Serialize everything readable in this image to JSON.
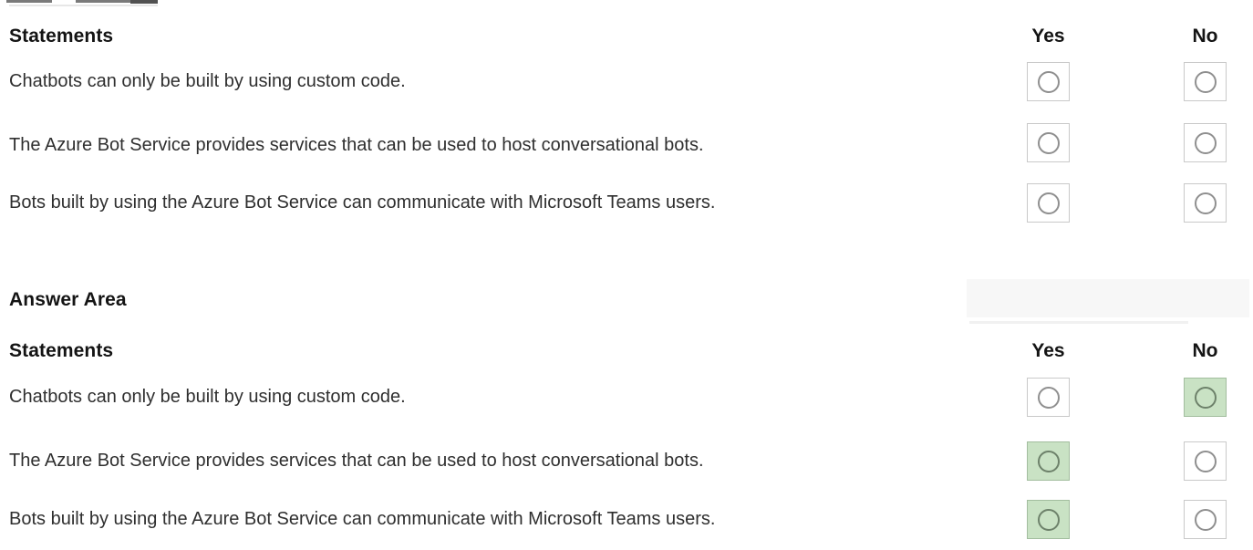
{
  "colors": {
    "text": "#2f2f2f",
    "heading": "#141414",
    "box_border": "#c9c9c9",
    "radio_circle": "#8f8f8f",
    "selected_fill": "#c9e2c4",
    "selected_border": "#a2bd9e",
    "selected_circle": "#6d816a"
  },
  "question_table": {
    "header": {
      "statements": "Statements",
      "yes": "Yes",
      "no": "No"
    },
    "rows": [
      {
        "statement": "Chatbots can only be built by using custom code.",
        "yes_selected": false,
        "no_selected": false
      },
      {
        "statement": "The Azure Bot Service provides services that can be used to host conversational bots.",
        "yes_selected": false,
        "no_selected": false
      },
      {
        "statement": "Bots built by using the Azure Bot Service can communicate with Microsoft Teams users.",
        "yes_selected": false,
        "no_selected": false
      }
    ]
  },
  "answer_area": {
    "title": "Answer Area",
    "header": {
      "statements": "Statements",
      "yes": "Yes",
      "no": "No"
    },
    "rows": [
      {
        "statement": "Chatbots can only be built by using custom code.",
        "yes_selected": false,
        "no_selected": true
      },
      {
        "statement": "The Azure Bot Service provides services that can be used to host conversational bots.",
        "yes_selected": true,
        "no_selected": false
      },
      {
        "statement": "Bots built by using the Azure Bot Service can communicate with Microsoft Teams users.",
        "yes_selected": true,
        "no_selected": false
      }
    ]
  }
}
